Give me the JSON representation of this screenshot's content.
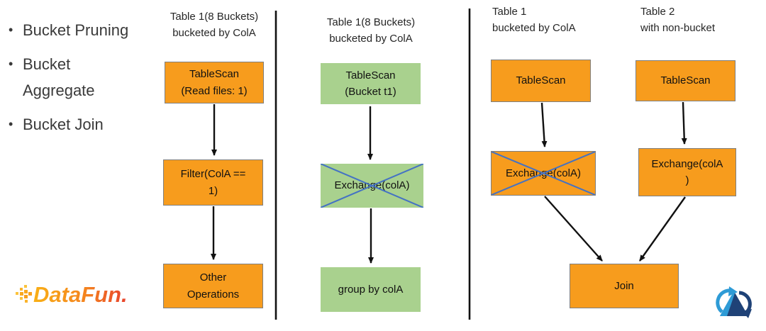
{
  "bullets": {
    "items": [
      "Bucket Pruning",
      "Bucket Aggregate",
      "Bucket Join"
    ]
  },
  "panel1": {
    "header": "Table 1(8 Buckets)\nbucketed by ColA",
    "node1": "TableScan\n(Read files: 1)",
    "node2": "Filter(ColA ==\n1)",
    "node3": "Other\nOperations"
  },
  "panel2": {
    "header": "Table 1(8 Buckets)\nbucketed by ColA",
    "node1": "TableScan\n(Bucket t1)",
    "node2": "Exchange(colA)",
    "node3": "group by colA"
  },
  "panel3": {
    "left_header": "Table 1\nbucketed by ColA",
    "right_header": "Table 2\nwith non-bucket",
    "left_node1": "TableScan",
    "right_node1": "TableScan",
    "left_node2": "Exchange(colA)",
    "right_node2": "Exchange(colA\n)",
    "join_node": "Join"
  },
  "logos": {
    "datafun_text": "DataFun."
  },
  "colors": {
    "orange": "#F79C1D",
    "green": "#A9D18E",
    "cross_blue": "#4472C4",
    "box_border": "#7F7F7F",
    "arrow_black": "#111111",
    "text_dark": "#3A3A3A"
  }
}
